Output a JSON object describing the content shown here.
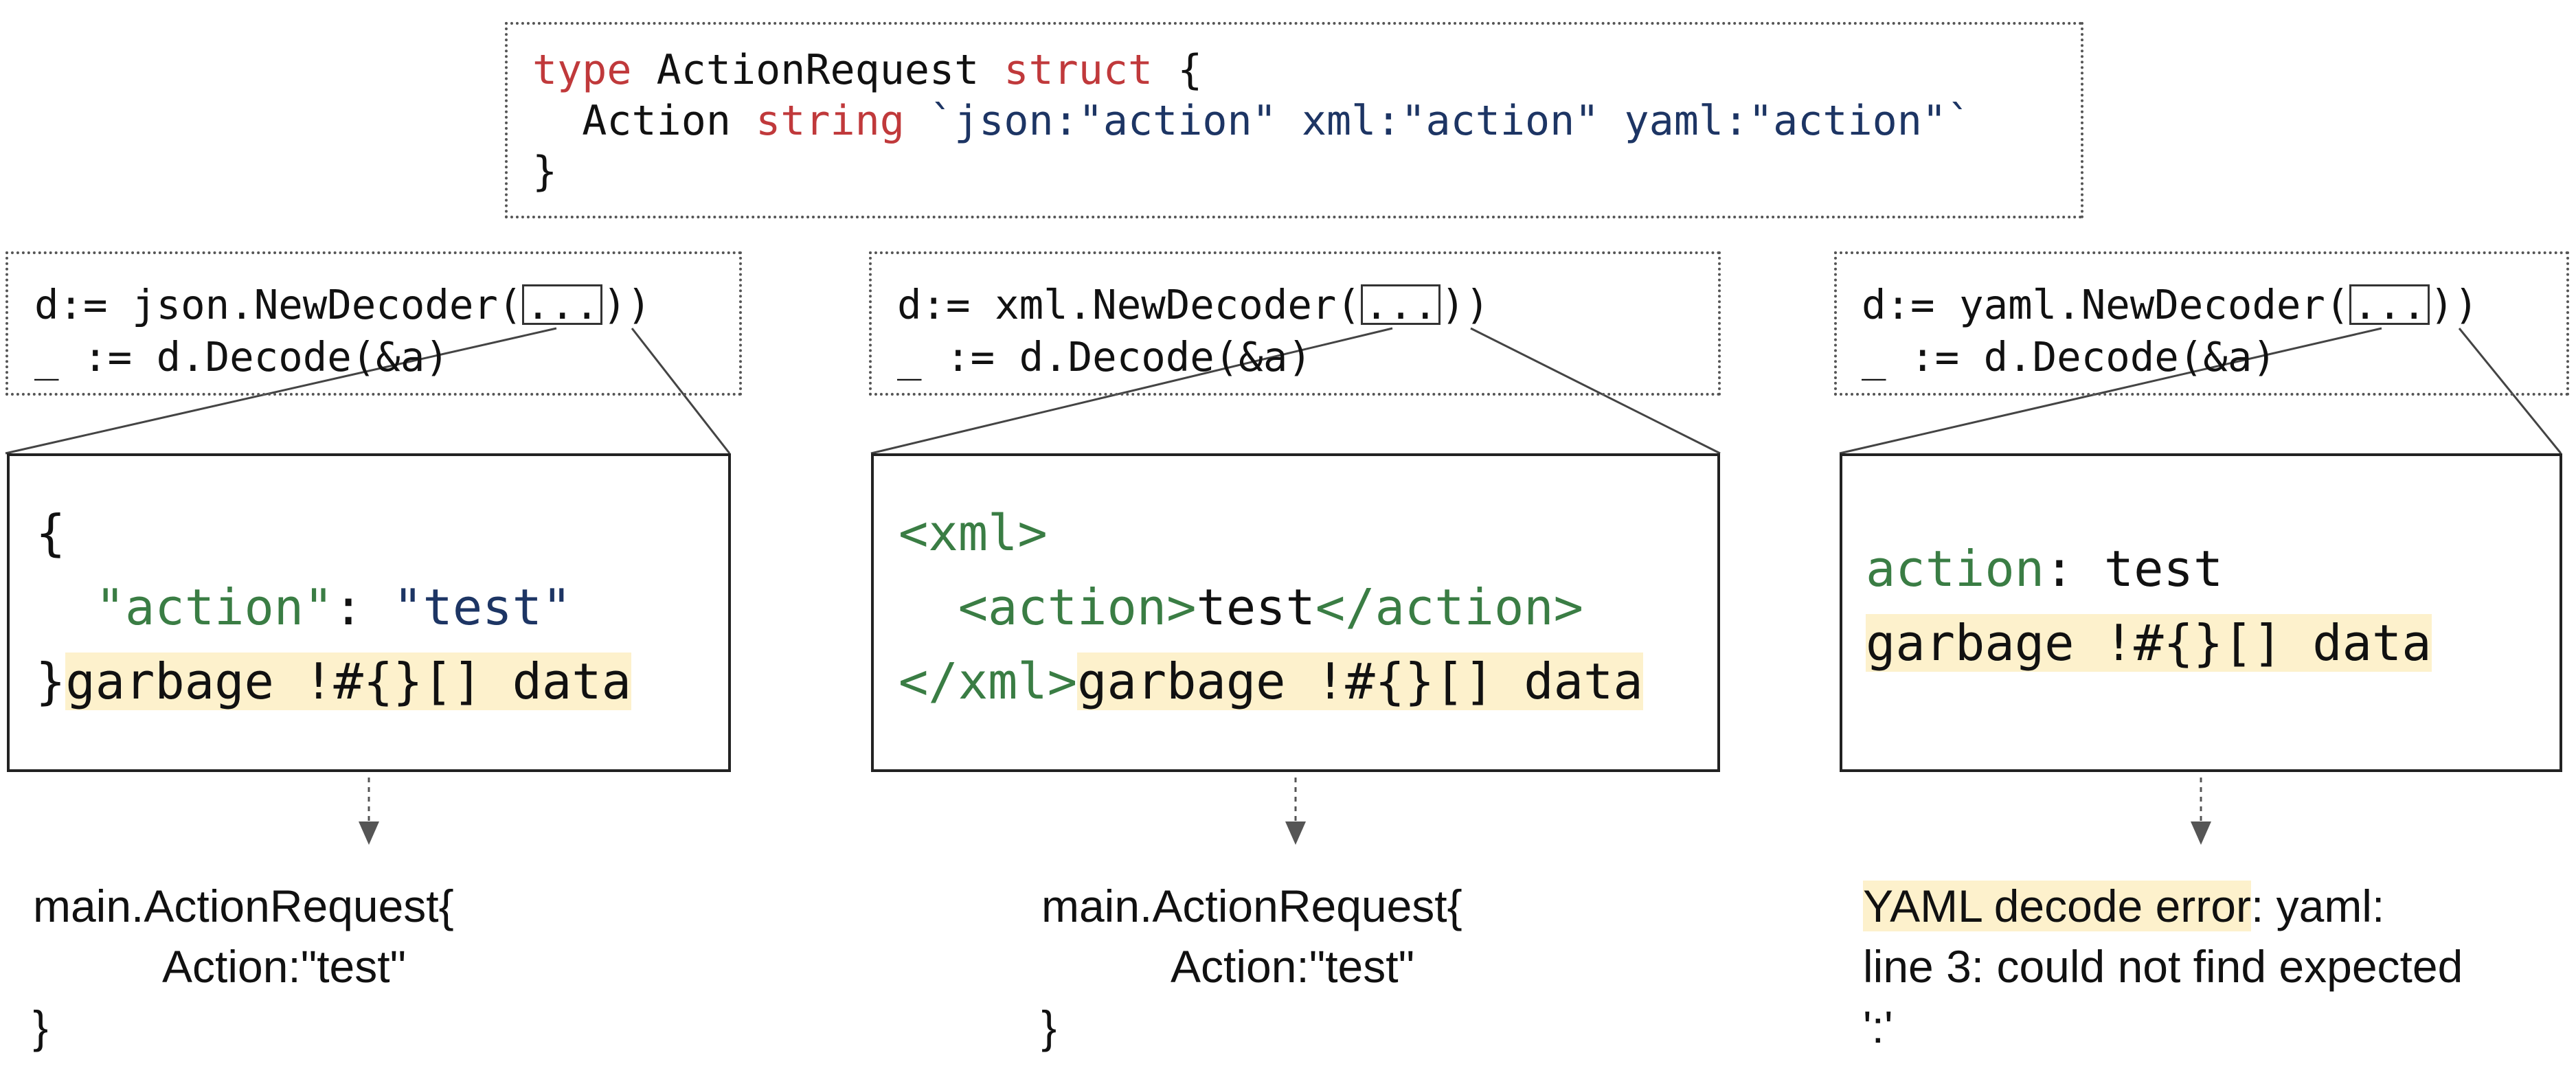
{
  "struct_def": {
    "line1": {
      "keyword_type": "type",
      "name": " ActionRequest ",
      "keyword_struct": "struct",
      "brace": " {"
    },
    "line2": {
      "indent": "  ",
      "field": "Action ",
      "field_type": "string",
      "space": " ",
      "tags": "`json:\"action\" xml:\"action\" yaml:\"action\"`"
    },
    "line3": "}"
  },
  "columns": [
    {
      "decoder_line1_prefix": "d:= json.NewDecoder(",
      "decoder_ellipsis": "...",
      "decoder_line1_suffix": "))",
      "decoder_line2": "_ := d.Decode(&a)",
      "input": {
        "line1": "{",
        "line2_indent": "  ",
        "line2_key": "\"action\"",
        "line2_colon": ": ",
        "line2_value": "\"test\"",
        "line3_plain": "}",
        "line3_garbage": "garbage !#{}[] data"
      },
      "result": {
        "line1": "main.ActionRequest{",
        "line2": "Action:\"test\"",
        "line3": "}"
      }
    },
    {
      "decoder_line1_prefix": "d:= xml.NewDecoder(",
      "decoder_ellipsis": "...",
      "decoder_line1_suffix": "))",
      "decoder_line2": "_ := d.Decode(&a)",
      "input": {
        "line1": "<xml>",
        "line2_indent": "  ",
        "line2_open": "<action>",
        "line2_text": "test",
        "line2_close": "</action>",
        "line3_plain": "</xml>",
        "line3_garbage": "garbage !#{}[] data"
      },
      "result": {
        "line1": "main.ActionRequest{",
        "line2": "Action:\"test\"",
        "line3": "}"
      }
    },
    {
      "decoder_line1_prefix": "d:= yaml.NewDecoder(",
      "decoder_ellipsis": "...",
      "decoder_line1_suffix": "))",
      "decoder_line2": "_ := d.Decode(&a)",
      "input": {
        "line1_key": "action",
        "line1_rest": ": test",
        "line2_garbage": "garbage !#{}[] data"
      },
      "result": {
        "error_highlight": "YAML decode error",
        "line1_rest": ": yaml:",
        "line2": "line 3: could not find expected",
        "line3": "':'"
      }
    }
  ],
  "colors": {
    "keyword": "#c0393b",
    "tag_string": "#1d3564",
    "xml_yaml_key": "#3a7d44",
    "highlight": "#fdf1cc"
  }
}
